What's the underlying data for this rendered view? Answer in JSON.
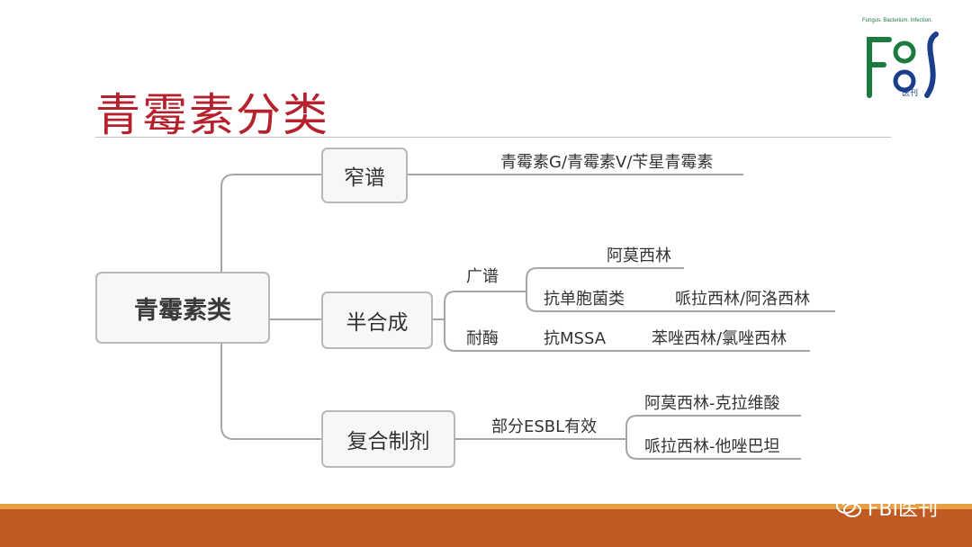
{
  "title": "青霉素分类",
  "logo": {
    "tagline": "Fungus. Bacterium. Infection.",
    "brand": "医刊"
  },
  "diagram": {
    "root": "青霉素类",
    "narrow": {
      "label": "窄谱",
      "items": "青霉素G/青霉素V/苄星青霉素"
    },
    "semi": {
      "label": "半合成",
      "broad": {
        "label": "广谱",
        "amoxicillin": "阿莫西林",
        "antipseudo": "抗单胞菌类",
        "antipseudo_drugs": "哌拉西林/阿洛西林"
      },
      "enzyme": {
        "label": "耐酶",
        "anti_mssa": "抗MSSA",
        "drugs": "苯唑西林/氯唑西林"
      }
    },
    "combo": {
      "label": "复合制剂",
      "note": "部分ESBL有效",
      "item1": "阿莫西林-克拉维酸",
      "item2": "哌拉西林-他唑巴坦"
    }
  },
  "watermark": "FBI医刊",
  "colors": {
    "title": "#b5212c",
    "line": "#a6a6a6",
    "band": "#c15a22",
    "logo_green": "#1b7a3e",
    "logo_blue": "#1a3e8c"
  }
}
